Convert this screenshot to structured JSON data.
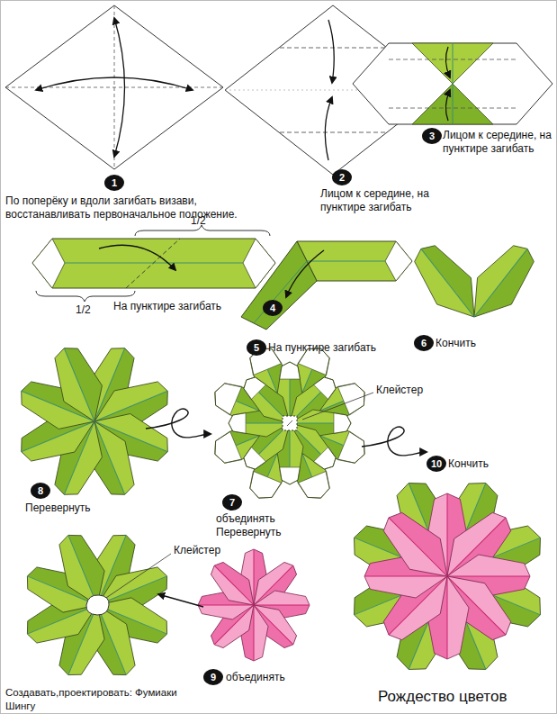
{
  "diagram": {
    "title": "Рождество цветов",
    "nodes": [
      {
        "text": [
          "1"
        ]
      },
      {
        "text": [
          "2"
        ]
      },
      {
        "text": [
          "3"
        ]
      },
      {
        "text": [
          "4"
        ]
      },
      {
        "text": [
          "5"
        ]
      },
      {
        "text": [
          "6"
        ]
      },
      {
        "text": [
          "8"
        ]
      },
      {
        "text": [
          "7"
        ]
      },
      {
        "text": [
          "10"
        ]
      },
      {
        "text": [
          "9"
        ]
      }
    ],
    "labels": [
      "По поперёку и вдоли загибать визави, восстанавливать первоначальное положение.",
      "Лицом к середине, на пунктире загибать",
      "Лицом к середине, на пунктире загибать",
      "1/2",
      "1/2",
      "На пунктире загибать",
      "На пунктире загибать",
      "Кончить",
      "Клейстер",
      "Перевернуть",
      "объединять Перевернуть",
      "Кончить",
      "Клейстер",
      "объединять",
      "Создавать,проектировать: Фумиаки Шингу"
    ]
  }
}
